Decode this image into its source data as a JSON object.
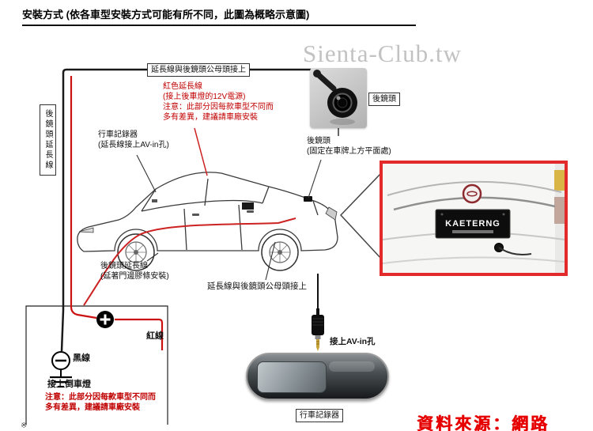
{
  "title": "安裝方式 (依各車型安裝方式可能有所不同，此圖為概略示意圖)",
  "watermark": "Sienta-Club.tw",
  "labels": {
    "top_connector": "延長線與後鏡頭公母頭接上",
    "left_cable": "後鏡頭延長線",
    "camera_photo": "後鏡頭",
    "red_ext_line1": "紅色延長線",
    "red_ext_line2": "(接上後車燈的12V電源)",
    "red_ext_warn1": "注意：此部分因每款車型不同而",
    "red_ext_warn2": "多有差異，建議請車廠安裝",
    "dvr_line1": "行車記錄器",
    "dvr_line2": "(延長線接上AV-in孔)",
    "rear_cam_line1": "後鏡頭",
    "rear_cam_line2": "(固定在車牌上方平面處)",
    "route_line1": "後鏡頭延長線",
    "route_line2": "(延著門邊膠條安裝)",
    "bottom_connector": "延長線與後鏡頭公母頭接上",
    "black_wire": "黑線",
    "red_wire": "紅線",
    "reverse_light": "接上倒車燈",
    "power_warn1": "注意：此部分因每款車型不同而",
    "power_warn2": "多有差異，建議請車廠安裝",
    "av_in": "接上AV-in孔",
    "mirror": "行車記錄器",
    "license_plate": "KAETERNG",
    "footnote": "※"
  },
  "source": "資料來源：網路",
  "colors": {
    "wire_red": "#cc1111",
    "note_red": "#c00000",
    "inset_border": "#e22a2a",
    "watermark_gray": "#c2c2c2",
    "source_red": "#e60000"
  }
}
